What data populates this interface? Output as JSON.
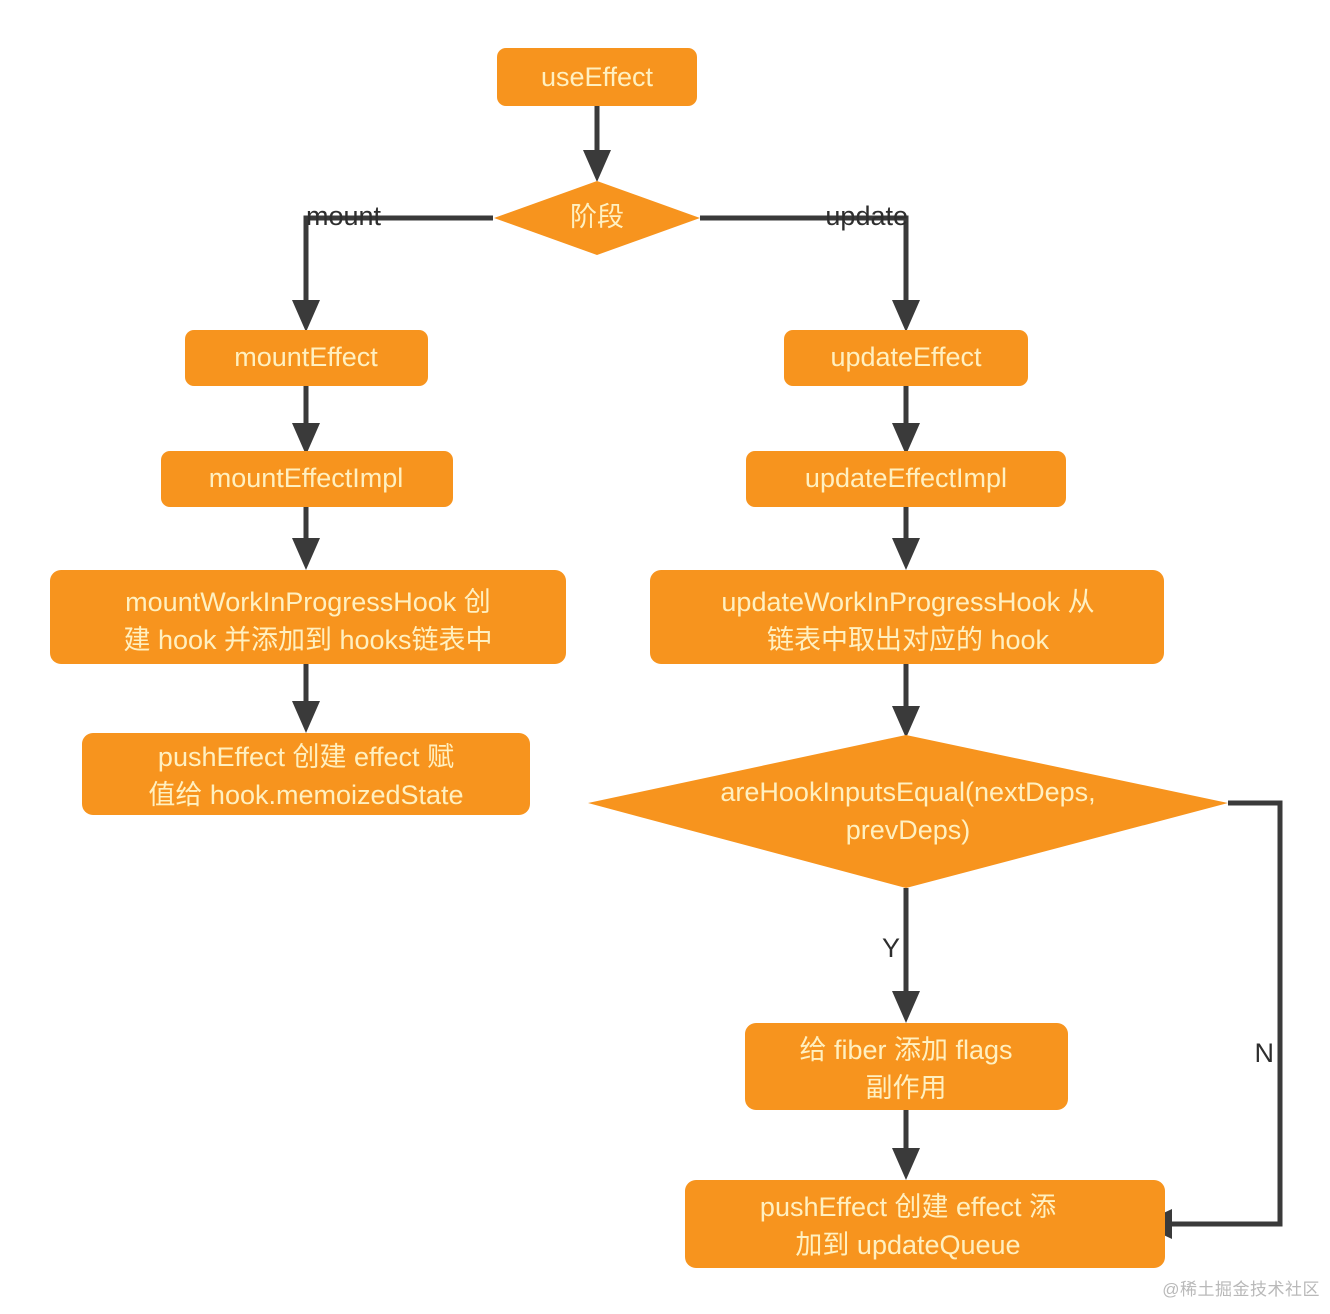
{
  "diagram": {
    "title": "useEffect mount/update flow",
    "colors": {
      "node_fill": "#F7941E",
      "node_text": "#FFF0C0",
      "edge": "#3A3A3A",
      "background": "#FFFFFF",
      "watermark": "#B9B9B9"
    },
    "nodes": {
      "use_effect": "useEffect",
      "phase": "阶段",
      "mount_effect": "mountEffect",
      "mount_effect_impl": "mountEffectImpl",
      "mount_wip_hook_line1": "mountWorkInProgressHook 创",
      "mount_wip_hook_line2": "建 hook 并添加到 hooks链表中",
      "mount_push_effect_line1": "pushEffect 创建 effect 赋",
      "mount_push_effect_line2": "值给 hook.memoizedState",
      "update_effect": "updateEffect",
      "update_effect_impl": "updateEffectImpl",
      "update_wip_hook_line1": "updateWorkInProgressHook 从",
      "update_wip_hook_line2": "链表中取出对应的 hook",
      "are_hook_inputs_equal_line1": "areHookInputsEqual(nextDeps,",
      "are_hook_inputs_equal_line2": "prevDeps)",
      "add_flags_line1": "给 fiber 添加 flags",
      "add_flags_line2": "副作用",
      "update_push_effect_line1": "pushEffect 创建 effect 添",
      "update_push_effect_line2": "加到 updateQueue"
    },
    "edge_labels": {
      "mount": "mount",
      "update": "update",
      "yes": "Y",
      "no": "N"
    },
    "watermark": "@稀土掘金技术社区"
  }
}
